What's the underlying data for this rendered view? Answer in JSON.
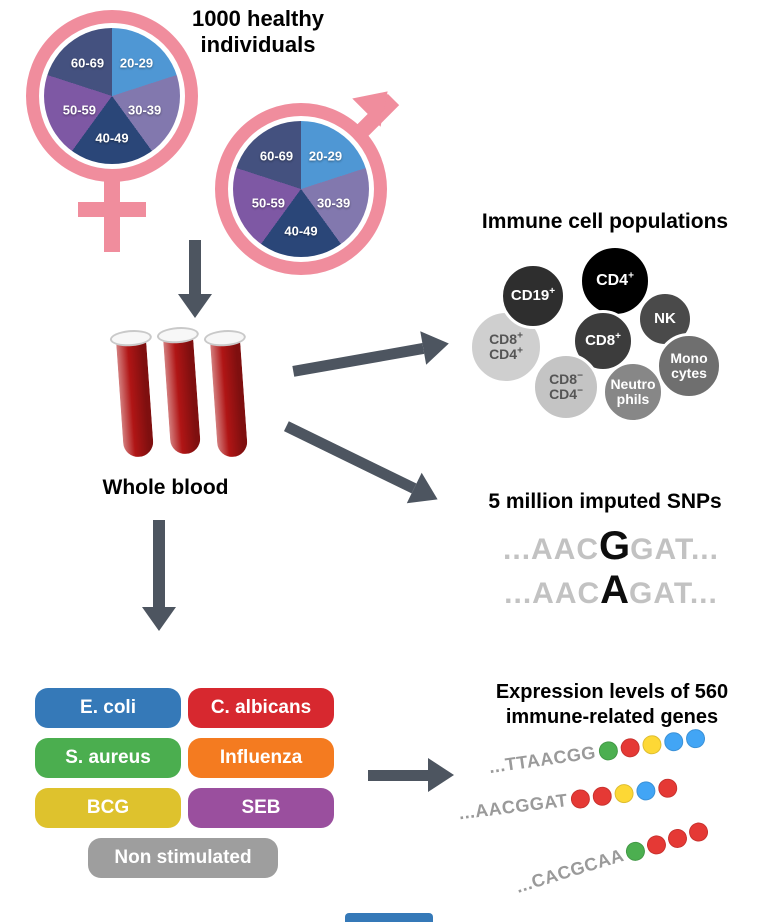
{
  "palette": {
    "symbol_pink": "#f08d9d",
    "arrow_gray": "#4d5560",
    "blood_red": "#b01515"
  },
  "demographics": {
    "heading": "1000 healthy individuals",
    "age_groups": [
      {
        "label": "20-29",
        "color": "#4f97d4"
      },
      {
        "label": "30-39",
        "color": "#8278ae"
      },
      {
        "label": "40-49",
        "color": "#2a4678"
      },
      {
        "label": "50-59",
        "color": "#7e58a4"
      },
      {
        "label": "60-69",
        "color": "#44517f"
      }
    ]
  },
  "whole_blood": {
    "label": "Whole blood"
  },
  "immune_cells": {
    "heading": "Immune cell populations",
    "cells": [
      {
        "id": "cd19",
        "lines": [
          {
            "text": "CD19",
            "sup": "+"
          }
        ],
        "color": "#2e2e2e",
        "text_color": "#ffffff"
      },
      {
        "id": "cd4",
        "lines": [
          {
            "text": "CD4",
            "sup": "+"
          }
        ],
        "color": "#000000",
        "text_color": "#ffffff"
      },
      {
        "id": "cd8cd4pp",
        "lines": [
          {
            "text": "CD8",
            "sup": "+"
          },
          {
            "text": "CD4",
            "sup": "+"
          }
        ],
        "color": "#cfcfcf",
        "text_color": "#555555"
      },
      {
        "id": "cd8",
        "lines": [
          {
            "text": "CD8",
            "sup": "+"
          }
        ],
        "color": "#3c3c3c",
        "text_color": "#ffffff"
      },
      {
        "id": "nk",
        "lines": [
          {
            "text": "NK",
            "sup": ""
          }
        ],
        "color": "#4a4a4a",
        "text_color": "#ffffff"
      },
      {
        "id": "mono",
        "lines": [
          {
            "text": "Mono",
            "sup": ""
          },
          {
            "text": "cytes",
            "sup": ""
          }
        ],
        "color": "#6f6f6f",
        "text_color": "#ffffff"
      },
      {
        "id": "cd8cd4mm",
        "lines": [
          {
            "text": "CD8",
            "sup": "−"
          },
          {
            "text": "CD4",
            "sup": "−"
          }
        ],
        "color": "#c4c4c4",
        "text_color": "#555555"
      },
      {
        "id": "neutro",
        "lines": [
          {
            "text": "Neutro",
            "sup": ""
          },
          {
            "text": "phils",
            "sup": ""
          }
        ],
        "color": "#878787",
        "text_color": "#ffffff"
      }
    ]
  },
  "snps": {
    "heading": "5 million imputed SNPs",
    "sequences": [
      {
        "prefix": "...AAC",
        "variant": "G",
        "suffix": "GAT..."
      },
      {
        "prefix": "...AAC",
        "variant": "A",
        "suffix": "GAT..."
      }
    ]
  },
  "stimulations": {
    "items": [
      {
        "label": "E. coli",
        "color": "#3579b8"
      },
      {
        "label": "C. albicans",
        "color": "#d7282f"
      },
      {
        "label": "S. aureus",
        "color": "#4bae4f"
      },
      {
        "label": "Influenza",
        "color": "#f47b20"
      },
      {
        "label": "BCG",
        "color": "#dec22d"
      },
      {
        "label": "SEB",
        "color": "#9a4f9e"
      },
      {
        "label": "Non stimulated",
        "color": "#9e9e9e"
      }
    ]
  },
  "expression": {
    "heading": "Expression levels of 560 immune-related genes",
    "reads": [
      {
        "sequence": "...TTAACGG",
        "beads": [
          "#4caf50",
          "#e53935",
          "#fdd835",
          "#42a5f5",
          "#42a5f5"
        ]
      },
      {
        "sequence": "...AACGGAT",
        "beads": [
          "#e53935",
          "#e53935",
          "#fdd835",
          "#42a5f5",
          "#e53935"
        ]
      },
      {
        "sequence": "...CACGCAA",
        "beads": [
          "#4caf50",
          "#e53935",
          "#e53935",
          "#e53935"
        ]
      }
    ]
  }
}
